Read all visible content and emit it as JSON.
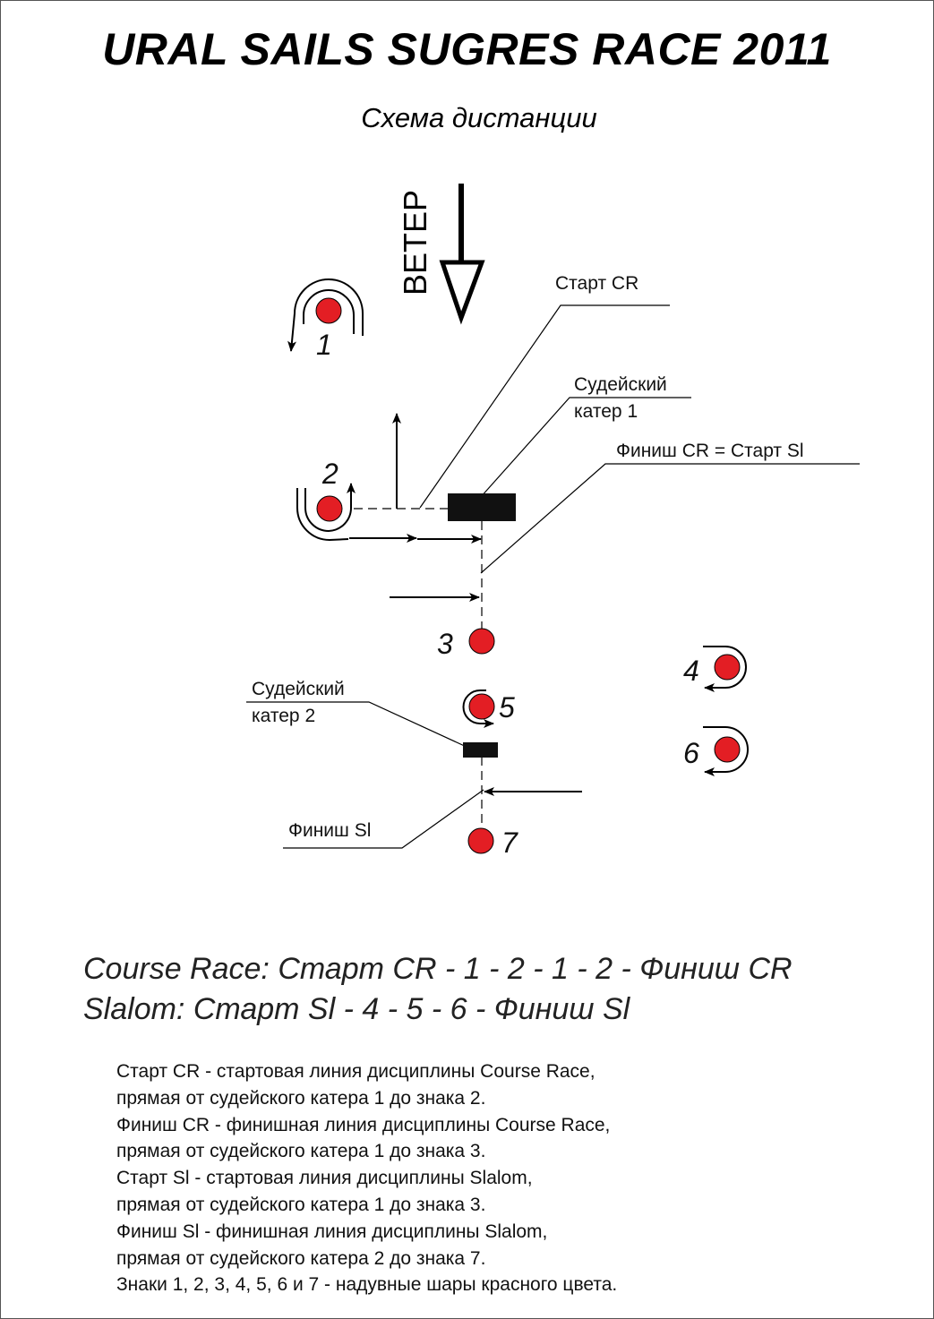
{
  "header": {
    "title": "URAL SAILS SUGRES RACE 2011",
    "subtitle": "Схема дистанции"
  },
  "diagram": {
    "wind_label": "ВЕТЕР",
    "labels": {
      "start_cr": "Старт CR",
      "committee_boat_1_line1": "Судейский",
      "committee_boat_1_line2": "катер 1",
      "finish_cr_start_sl": "Финиш CR = Старт Sl",
      "committee_boat_2_line1": "Судейский",
      "committee_boat_2_line2": "катер 2",
      "finish_sl": "Финиш Sl"
    },
    "marks": [
      {
        "id": "1",
        "label": "1"
      },
      {
        "id": "2",
        "label": "2"
      },
      {
        "id": "3",
        "label": "3"
      },
      {
        "id": "4",
        "label": "4"
      },
      {
        "id": "5",
        "label": "5"
      },
      {
        "id": "6",
        "label": "6"
      },
      {
        "id": "7",
        "label": "7"
      }
    ],
    "colors": {
      "mark": "#e31e24",
      "boat": "#111111",
      "line": "#000000"
    }
  },
  "routes": [
    "Course Race: Старт CR - 1 - 2 - 1 - 2 - Финиш CR",
    "Slalom: Старт Sl - 4 - 5 - 6 - Финиш Sl"
  ],
  "notes": [
    "Старт CR - стартовая линия дисциплины Course Race,",
    "прямая от судейского катера 1 до знака 2.",
    "Финиш CR - финишная линия дисциплины Course Race,",
    "прямая от судейского катера 1 до знака 3.",
    "Старт Sl - стартовая линия дисциплины Slalom,",
    "прямая от судейского катера 1 до знака 3.",
    "Финиш Sl - финишная линия дисциплины Slalom,",
    "прямая от судейского катера 2 до знака 7.",
    "Знаки 1, 2, 3, 4, 5, 6 и 7 - надувные шары красного цвета."
  ]
}
